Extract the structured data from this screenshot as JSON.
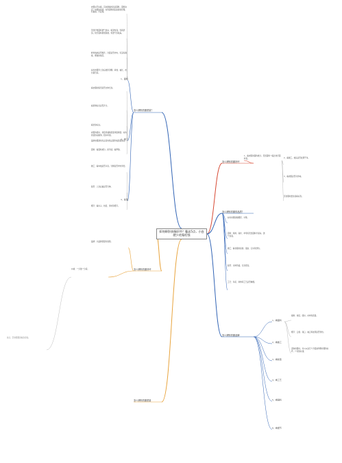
{
  "center": {
    "title": "如何辨别衣服好坏？看这5点，小白就少花冤枉钱"
  },
  "colors": {
    "branch1": "#2f62b4",
    "branch2": "#d6452f",
    "branch3": "#2f62b4",
    "branch4": "#e8a33b",
    "branch5": "#2f62b4",
    "branch6": "#e8a33b",
    "line": "#aaaaaa"
  },
  "branches": {
    "b1": {
      "label": "怎么辨别衣服质量？"
    },
    "b2": {
      "label": "怎么辨别衣服好坏"
    },
    "b3": {
      "label": "怎么辨别衣服的品质？"
    },
    "b4": {
      "label": "怎么辨别衣服好坏"
    },
    "b5": {
      "label": "怎么辨别衣服品牌"
    },
    "b6": {
      "label": "怎么辨别衣服质量"
    }
  },
  "subs": {
    "s1": "1、面料",
    "s2": "2、做工",
    "s3": "3、版型",
    "s4": "1、看面料",
    "s5": "2、看做工",
    "s6": "3、看版型",
    "s7": "4、看工艺",
    "s8": "5、看辅料",
    "s9": "6、看细节"
  },
  "texts": {
    "t1": "衣服好不好看，首先要看的就是面料，面料决定了衣服的质感。好的面料摸起来柔软舒服，有垂感，不起球。",
    "t2": "天然纤维面料透气性好、吸湿性强，穿着舒适；化纤面料挺括耐磨，但透气性较差。",
    "t3": "检查线迹是否整齐，针距是否均匀，有没有跳线、断线的情况。",
    "t4": "好的衣服穿上身后线条流畅，肩线、袖长、衣长都合适。",
    "t5": "看衣服的版型是否立体合身。",
    "t6": "看吊牌信息是否齐全。",
    "t7": "看洗涤标识。",
    "t8": "衣服的纽扣、拉链等辅料质量也很重要，好的拉链拉动顺滑，纽扣牢固。",
    "t9": "品牌衣服通常有完善的售后服务和质量保证。",
    "t10": "面料：看面料成分，摸手感，看厚薄。",
    "t11": "做工：看车线是否平直，针脚是否均匀紧密。",
    "t12": "版型：上身后看是否合体。",
    "t13": "细节：看扣子、拉链、里衬等细节。",
    "t14": "1、看衣服的面料成分，天然面料一般比化纤面料贵。",
    "t15": "2、看做工，线头是否处理干净。",
    "t16": "3、看衣服是否有异味。",
    "t17": "买衣服时要注意看标签。",
    "t18": "好的衣服缝线细密、平整。",
    "t19": "面料：纯棉、真丝、羊毛等天然面料手感好，透气性强。",
    "t20": "做工：看衣服的接缝、锁边、钉扣等部位。",
    "t21": "版型：立体剪裁，合身舒适。",
    "t22": "工艺：印花、刺绣等工艺是否精细。",
    "t23": "辅料：拉链、纽扣、衬布等质量。",
    "t24": "细节：口袋、领口、袖口等处理是否到位。",
    "t25": "选购衣服时，可以从这几个方面来判断衣服的好坏，少花冤枉钱。",
    "t26": "品牌：大品牌质量有保障。",
    "t27": "价格：一分钱一分货。",
    "t28": "总之，买衣服要多看多比较。"
  }
}
